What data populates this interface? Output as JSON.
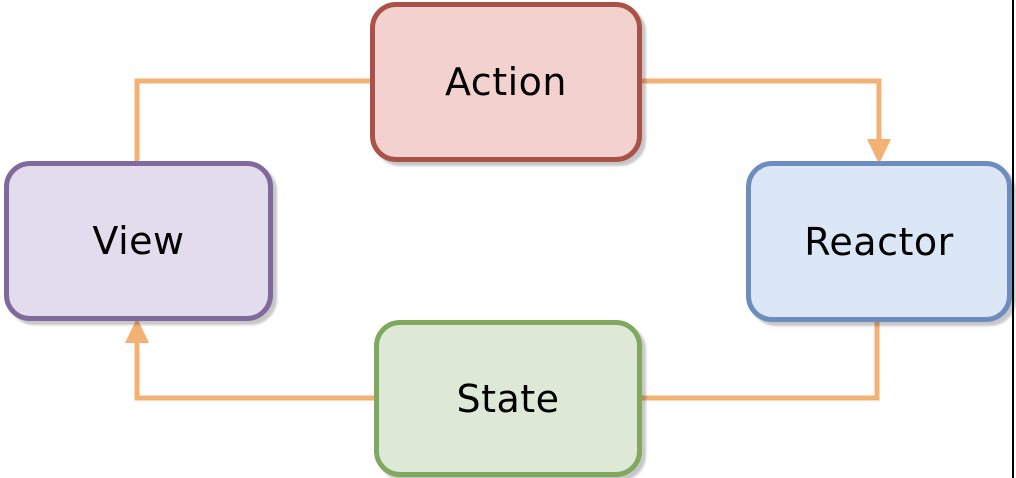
{
  "diagram": {
    "description": "Unidirectional data-flow cycle diagram",
    "edge_color": "#f3b173",
    "nodes": {
      "action": {
        "label": "Action",
        "fill": "#f3d1ce",
        "stroke": "#aa5248"
      },
      "view": {
        "label": "View",
        "fill": "#e2dcec",
        "stroke": "#80699c"
      },
      "reactor": {
        "label": "Reactor",
        "fill": "#dbe6f6",
        "stroke": "#6d8dbe"
      },
      "state": {
        "label": "State",
        "fill": "#dde9d6",
        "stroke": "#80a95f"
      }
    },
    "edges": [
      {
        "from": "view",
        "to": "action",
        "arrowhead": false
      },
      {
        "from": "action",
        "to": "reactor",
        "arrowhead": true
      },
      {
        "from": "reactor",
        "to": "state",
        "arrowhead": false
      },
      {
        "from": "state",
        "to": "view",
        "arrowhead": true
      }
    ]
  }
}
